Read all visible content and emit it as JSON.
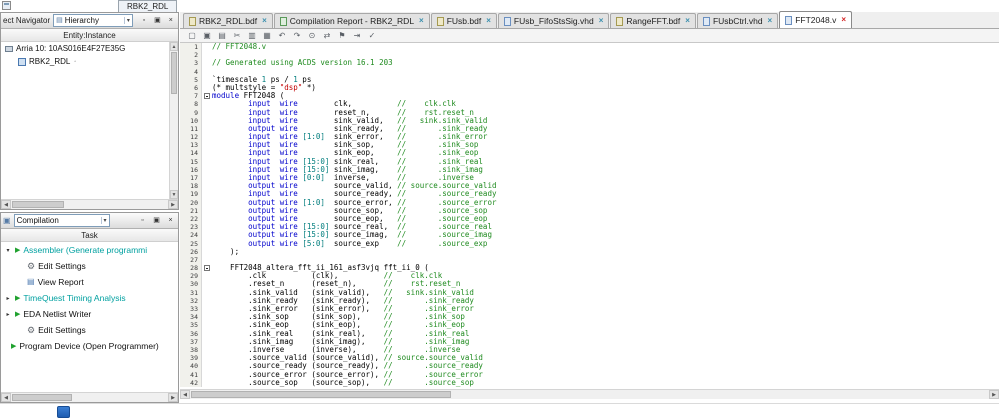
{
  "app": {
    "mini_tab_label": "RBK2_RDL"
  },
  "nav_panel": {
    "title_fragment": "ect Navigator",
    "view_select": "Hierarchy",
    "column_header": "Entity:Instance",
    "rows": [
      {
        "label": "Arria 10: 10AS016E4F27E35G",
        "indent": 0,
        "icon": "device-icon",
        "has_badge": false
      },
      {
        "label": "RBK2_RDL",
        "indent": 1,
        "icon": "entity-icon",
        "has_badge": true
      }
    ]
  },
  "tasks_panel": {
    "flow_select": "Compilation",
    "column_header": "Task",
    "rows": [
      {
        "label": "Assembler (Generate programmi",
        "indent": 0,
        "chevron": "down",
        "icon": "play-icon",
        "color": "teal"
      },
      {
        "label": "Edit Settings",
        "indent": 1,
        "chevron": null,
        "icon": "gear-icon",
        "color": "black"
      },
      {
        "label": "View Report",
        "indent": 1,
        "chevron": null,
        "icon": "report-icon",
        "color": "black"
      },
      {
        "label": "TimeQuest Timing Analysis",
        "indent": 0,
        "chevron": "right",
        "icon": "play-icon",
        "color": "teal"
      },
      {
        "label": "EDA Netlist Writer",
        "indent": 0,
        "chevron": "right",
        "icon": "play-icon",
        "color": "black"
      },
      {
        "label": "Edit Settings",
        "indent": 1,
        "chevron": null,
        "icon": "gear-icon",
        "color": "black"
      },
      {
        "label": "Program Device (Open Programmer)",
        "indent": 0,
        "chevron": null,
        "icon": "play-icon",
        "color": "black"
      }
    ]
  },
  "tab_bar": {
    "tabs": [
      {
        "label": "RBK2_RDL.bdf",
        "icon": "bdf-file-icon",
        "active": false
      },
      {
        "label": "Compilation Report - RBK2_RDL",
        "icon": "report-file-icon",
        "active": false
      },
      {
        "label": "FUsb.bdf",
        "icon": "bdf-file-icon",
        "active": false
      },
      {
        "label": "FUsb_FifoStsSig.vhd",
        "icon": "vhdl-file-icon",
        "active": false
      },
      {
        "label": "RangeFFT.bdf",
        "icon": "bdf-file-icon",
        "active": false
      },
      {
        "label": "FUsbCtrl.vhd",
        "icon": "vhdl-file-icon",
        "active": false
      },
      {
        "label": "FFT2048.v",
        "icon": "verilog-file-icon",
        "active": true
      }
    ]
  },
  "editor_toolbar": {
    "icons": [
      "new-file-icon",
      "save-icon",
      "print-icon",
      "cut-icon",
      "copy-icon",
      "paste-icon",
      "undo-icon",
      "redo-icon",
      "find-icon",
      "replace-icon",
      "bookmark-icon",
      "indent-icon",
      "syntax-check-icon"
    ]
  },
  "colors": {
    "keyword": "#0000cc",
    "comment": "#1e8a1e",
    "number": "#007d7d",
    "string": "#c00000",
    "task_teal": "#00a0a0"
  },
  "editor": {
    "file_name": "FFT2048.v",
    "lines": [
      {
        "n": 1,
        "segs": [
          [
            "c",
            "// FFT2048.v"
          ]
        ]
      },
      {
        "n": 2,
        "segs": []
      },
      {
        "n": 3,
        "segs": [
          [
            "c",
            "// Generated using ACDS version 16.1 203"
          ]
        ]
      },
      {
        "n": 4,
        "segs": []
      },
      {
        "n": 5,
        "segs": [
          [
            "p",
            "`timescale "
          ],
          [
            "n",
            "1"
          ],
          [
            "p",
            " ps / "
          ],
          [
            "n",
            "1"
          ],
          [
            "p",
            " ps"
          ]
        ]
      },
      {
        "n": 6,
        "segs": [
          [
            "p",
            "(* multstyle = "
          ],
          [
            "s",
            "\"dsp\""
          ],
          [
            "p",
            " *)"
          ]
        ]
      },
      {
        "n": 7,
        "fold": true,
        "segs": [
          [
            "k",
            "module"
          ],
          [
            "p",
            " FFT2048 ("
          ]
        ]
      },
      {
        "n": 8,
        "segs": [
          [
            "p",
            "        "
          ],
          [
            "k",
            "input"
          ],
          [
            "p",
            "  "
          ],
          [
            "k",
            "wire"
          ],
          [
            "p",
            "        "
          ],
          [
            "p",
            "clk,          "
          ],
          [
            "c",
            "//    clk.clk"
          ]
        ]
      },
      {
        "n": 9,
        "segs": [
          [
            "p",
            "        "
          ],
          [
            "k",
            "input"
          ],
          [
            "p",
            "  "
          ],
          [
            "k",
            "wire"
          ],
          [
            "p",
            "        "
          ],
          [
            "p",
            "reset_n,      "
          ],
          [
            "c",
            "//    rst.reset_n"
          ]
        ]
      },
      {
        "n": 10,
        "segs": [
          [
            "p",
            "        "
          ],
          [
            "k",
            "input"
          ],
          [
            "p",
            "  "
          ],
          [
            "k",
            "wire"
          ],
          [
            "p",
            "        "
          ],
          [
            "p",
            "sink_valid,   "
          ],
          [
            "c",
            "//   sink.sink_valid"
          ]
        ]
      },
      {
        "n": 11,
        "segs": [
          [
            "p",
            "        "
          ],
          [
            "k",
            "output"
          ],
          [
            "p",
            " "
          ],
          [
            "k",
            "wire"
          ],
          [
            "p",
            "        "
          ],
          [
            "p",
            "sink_ready,   "
          ],
          [
            "c",
            "//       .sink_ready"
          ]
        ]
      },
      {
        "n": 12,
        "segs": [
          [
            "p",
            "        "
          ],
          [
            "k",
            "input"
          ],
          [
            "p",
            "  "
          ],
          [
            "k",
            "wire"
          ],
          [
            "p",
            " "
          ],
          [
            "n",
            "[1:0]"
          ],
          [
            "p",
            "  "
          ],
          [
            "p",
            "sink_error,   "
          ],
          [
            "c",
            "//       .sink_error"
          ]
        ]
      },
      {
        "n": 13,
        "segs": [
          [
            "p",
            "        "
          ],
          [
            "k",
            "input"
          ],
          [
            "p",
            "  "
          ],
          [
            "k",
            "wire"
          ],
          [
            "p",
            "        "
          ],
          [
            "p",
            "sink_sop,     "
          ],
          [
            "c",
            "//       .sink_sop"
          ]
        ]
      },
      {
        "n": 14,
        "segs": [
          [
            "p",
            "        "
          ],
          [
            "k",
            "input"
          ],
          [
            "p",
            "  "
          ],
          [
            "k",
            "wire"
          ],
          [
            "p",
            "        "
          ],
          [
            "p",
            "sink_eop,     "
          ],
          [
            "c",
            "//       .sink_eop"
          ]
        ]
      },
      {
        "n": 15,
        "segs": [
          [
            "p",
            "        "
          ],
          [
            "k",
            "input"
          ],
          [
            "p",
            "  "
          ],
          [
            "k",
            "wire"
          ],
          [
            "p",
            " "
          ],
          [
            "n",
            "[15:0]"
          ],
          [
            "p",
            " "
          ],
          [
            "p",
            "sink_real,    "
          ],
          [
            "c",
            "//       .sink_real"
          ]
        ]
      },
      {
        "n": 16,
        "segs": [
          [
            "p",
            "        "
          ],
          [
            "k",
            "input"
          ],
          [
            "p",
            "  "
          ],
          [
            "k",
            "wire"
          ],
          [
            "p",
            " "
          ],
          [
            "n",
            "[15:0]"
          ],
          [
            "p",
            " "
          ],
          [
            "p",
            "sink_imag,    "
          ],
          [
            "c",
            "//       .sink_imag"
          ]
        ]
      },
      {
        "n": 17,
        "segs": [
          [
            "p",
            "        "
          ],
          [
            "k",
            "input"
          ],
          [
            "p",
            "  "
          ],
          [
            "k",
            "wire"
          ],
          [
            "p",
            " "
          ],
          [
            "n",
            "[0:0]"
          ],
          [
            "p",
            "  "
          ],
          [
            "p",
            "inverse,      "
          ],
          [
            "c",
            "//       .inverse"
          ]
        ]
      },
      {
        "n": 18,
        "segs": [
          [
            "p",
            "        "
          ],
          [
            "k",
            "output"
          ],
          [
            "p",
            " "
          ],
          [
            "k",
            "wire"
          ],
          [
            "p",
            "        "
          ],
          [
            "p",
            "source_valid, "
          ],
          [
            "c",
            "// source.source_valid"
          ]
        ]
      },
      {
        "n": 19,
        "segs": [
          [
            "p",
            "        "
          ],
          [
            "k",
            "input"
          ],
          [
            "p",
            "  "
          ],
          [
            "k",
            "wire"
          ],
          [
            "p",
            "        "
          ],
          [
            "p",
            "source_ready, "
          ],
          [
            "c",
            "//       .source_ready"
          ]
        ]
      },
      {
        "n": 20,
        "segs": [
          [
            "p",
            "        "
          ],
          [
            "k",
            "output"
          ],
          [
            "p",
            " "
          ],
          [
            "k",
            "wire"
          ],
          [
            "p",
            " "
          ],
          [
            "n",
            "[1:0]"
          ],
          [
            "p",
            "  "
          ],
          [
            "p",
            "source_error, "
          ],
          [
            "c",
            "//       .source_error"
          ]
        ]
      },
      {
        "n": 21,
        "segs": [
          [
            "p",
            "        "
          ],
          [
            "k",
            "output"
          ],
          [
            "p",
            " "
          ],
          [
            "k",
            "wire"
          ],
          [
            "p",
            "        "
          ],
          [
            "p",
            "source_sop,   "
          ],
          [
            "c",
            "//       .source_sop"
          ]
        ]
      },
      {
        "n": 22,
        "segs": [
          [
            "p",
            "        "
          ],
          [
            "k",
            "output"
          ],
          [
            "p",
            " "
          ],
          [
            "k",
            "wire"
          ],
          [
            "p",
            "        "
          ],
          [
            "p",
            "source_eop,   "
          ],
          [
            "c",
            "//       .source_eop"
          ]
        ]
      },
      {
        "n": 23,
        "segs": [
          [
            "p",
            "        "
          ],
          [
            "k",
            "output"
          ],
          [
            "p",
            " "
          ],
          [
            "k",
            "wire"
          ],
          [
            "p",
            " "
          ],
          [
            "n",
            "[15:0]"
          ],
          [
            "p",
            " "
          ],
          [
            "p",
            "source_real,  "
          ],
          [
            "c",
            "//       .source_real"
          ]
        ]
      },
      {
        "n": 24,
        "segs": [
          [
            "p",
            "        "
          ],
          [
            "k",
            "output"
          ],
          [
            "p",
            " "
          ],
          [
            "k",
            "wire"
          ],
          [
            "p",
            " "
          ],
          [
            "n",
            "[15:0]"
          ],
          [
            "p",
            " "
          ],
          [
            "p",
            "source_imag,  "
          ],
          [
            "c",
            "//       .source_imag"
          ]
        ]
      },
      {
        "n": 25,
        "segs": [
          [
            "p",
            "        "
          ],
          [
            "k",
            "output"
          ],
          [
            "p",
            " "
          ],
          [
            "k",
            "wire"
          ],
          [
            "p",
            " "
          ],
          [
            "n",
            "[5:0]"
          ],
          [
            "p",
            "  "
          ],
          [
            "p",
            "source_exp    "
          ],
          [
            "c",
            "//       .source_exp"
          ]
        ]
      },
      {
        "n": 26,
        "segs": [
          [
            "p",
            "    );"
          ]
        ]
      },
      {
        "n": 27,
        "segs": []
      },
      {
        "n": 28,
        "fold": true,
        "segs": [
          [
            "p",
            "    FFT2048_altera_fft_ii_161_asf3vjq fft_ii_0 ("
          ]
        ]
      },
      {
        "n": 29,
        "segs": [
          [
            "p",
            "        .clk          (clk),          "
          ],
          [
            "c",
            "//    clk.clk"
          ]
        ]
      },
      {
        "n": 30,
        "segs": [
          [
            "p",
            "        .reset_n      (reset_n),      "
          ],
          [
            "c",
            "//    rst.reset_n"
          ]
        ]
      },
      {
        "n": 31,
        "segs": [
          [
            "p",
            "        .sink_valid   (sink_valid),   "
          ],
          [
            "c",
            "//   sink.sink_valid"
          ]
        ]
      },
      {
        "n": 32,
        "segs": [
          [
            "p",
            "        .sink_ready   (sink_ready),   "
          ],
          [
            "c",
            "//       .sink_ready"
          ]
        ]
      },
      {
        "n": 33,
        "segs": [
          [
            "p",
            "        .sink_error   (sink_error),   "
          ],
          [
            "c",
            "//       .sink_error"
          ]
        ]
      },
      {
        "n": 34,
        "segs": [
          [
            "p",
            "        .sink_sop     (sink_sop),     "
          ],
          [
            "c",
            "//       .sink_sop"
          ]
        ]
      },
      {
        "n": 35,
        "segs": [
          [
            "p",
            "        .sink_eop     (sink_eop),     "
          ],
          [
            "c",
            "//       .sink_eop"
          ]
        ]
      },
      {
        "n": 36,
        "segs": [
          [
            "p",
            "        .sink_real    (sink_real),    "
          ],
          [
            "c",
            "//       .sink_real"
          ]
        ]
      },
      {
        "n": 37,
        "segs": [
          [
            "p",
            "        .sink_imag    (sink_imag),    "
          ],
          [
            "c",
            "//       .sink_imag"
          ]
        ]
      },
      {
        "n": 38,
        "segs": [
          [
            "p",
            "        .inverse      (inverse),      "
          ],
          [
            "c",
            "//       .inverse"
          ]
        ]
      },
      {
        "n": 39,
        "segs": [
          [
            "p",
            "        .source_valid (source_valid), "
          ],
          [
            "c",
            "// source.source_valid"
          ]
        ]
      },
      {
        "n": 40,
        "segs": [
          [
            "p",
            "        .source_ready (source_ready), "
          ],
          [
            "c",
            "//       .source_ready"
          ]
        ]
      },
      {
        "n": 41,
        "segs": [
          [
            "p",
            "        .source_error (source_error), "
          ],
          [
            "c",
            "//       .source_error"
          ]
        ]
      },
      {
        "n": 42,
        "segs": [
          [
            "p",
            "        .source_sop   (source_sop),   "
          ],
          [
            "c",
            "//       .source_sop"
          ]
        ]
      }
    ]
  }
}
